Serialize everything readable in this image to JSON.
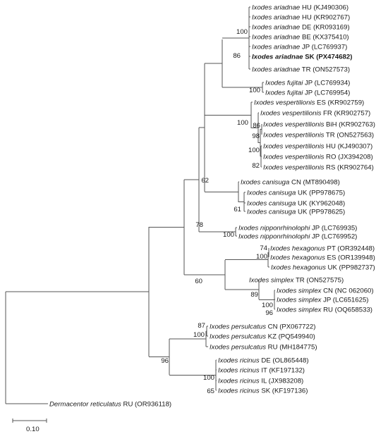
{
  "tree": {
    "taxa": [
      {
        "id": "t1",
        "species": "Ixodes ariadnae",
        "rest": "HU (KJ490306)"
      },
      {
        "id": "t2",
        "species": "Ixodes ariadnae",
        "rest": "HU (KR902767)"
      },
      {
        "id": "t3",
        "species": "Ixodes ariadnae",
        "rest": "DE (KR093169)"
      },
      {
        "id": "t4",
        "species": "Ixodes ariadnae",
        "rest": "BE (KX375410)"
      },
      {
        "id": "t5",
        "species": "Ixodes ariadnae",
        "rest": "JP (LC769937)"
      },
      {
        "id": "t6",
        "species": "Ixodes ariadnae",
        "rest": "SK (PX474682)",
        "bold": true
      },
      {
        "id": "t7",
        "species": "Ixodes ariadnae",
        "rest": "TR (ON527573)"
      },
      {
        "id": "t8",
        "species": "Ixodes fujitai",
        "rest": "JP (LC769934)"
      },
      {
        "id": "t9",
        "species": "Ixodes fujitai",
        "rest": "JP (LC769954)"
      },
      {
        "id": "t10",
        "species": "Ixodes vespertilionis",
        "rest": "ES (KR902759)"
      },
      {
        "id": "t11",
        "species": "Ixodes vespertilionis",
        "rest": "FR (KR902757)"
      },
      {
        "id": "t12",
        "species": "Ixodes vespertilionis",
        "rest": "BiH (KR902763)"
      },
      {
        "id": "t13",
        "species": "Ixodes vespertilionis",
        "rest": "TR (ON527563)"
      },
      {
        "id": "t14",
        "species": "Ixodes vespertilionis",
        "rest": "HU (KJ490307)"
      },
      {
        "id": "t15",
        "species": "Ixodes vespertilionis",
        "rest": "RO (JX394208)"
      },
      {
        "id": "t16",
        "species": "Ixodes vespertilionis",
        "rest": "RS (KR902764)"
      },
      {
        "id": "t17",
        "species": "Ixodes canisuga",
        "rest": "CN (MT890498)"
      },
      {
        "id": "t18",
        "species": "Ixodes canisuga",
        "rest": "UK (PP978675)"
      },
      {
        "id": "t19",
        "species": "Ixodes canisuga",
        "rest": "UK (KY962048)"
      },
      {
        "id": "t20",
        "species": "Ixodes canisuga",
        "rest": "UK (PP978625)"
      },
      {
        "id": "t21",
        "species": "Ixodes nipponrhinolophi",
        "rest": "JP (LC769935)"
      },
      {
        "id": "t22",
        "species": "Ixodes nipponrhinolophi",
        "rest": "JP (LC769952)"
      },
      {
        "id": "t23",
        "species": "Ixodes hexagonus",
        "rest": "PT (OR392448)"
      },
      {
        "id": "t24",
        "species": "Ixodes hexagonus",
        "rest": "ES (OR139948)"
      },
      {
        "id": "t25",
        "species": "Ixodes hexagonus",
        "rest": "UK (PP982737)"
      },
      {
        "id": "t26",
        "species": "Ixodes simplex",
        "rest": "TR (ON527575)"
      },
      {
        "id": "t27",
        "species": "Ixodes simplex",
        "rest": "CN (NC 062060)"
      },
      {
        "id": "t28",
        "species": "Ixodes simplex",
        "rest": "JP (LC651625)"
      },
      {
        "id": "t29",
        "species": "Ixodes simplex",
        "rest": "RU (OQ658533)"
      },
      {
        "id": "t30",
        "species": "Ixodes persulcatus",
        "rest": "CN (PX067722)"
      },
      {
        "id": "t31",
        "species": "Ixodes persulcatus",
        "rest": "KZ (PQ549940)"
      },
      {
        "id": "t32",
        "species": "Ixodes persulcatus",
        "rest": "RU (MH184775)"
      },
      {
        "id": "t33",
        "species": "Ixodes ricinus",
        "rest": "DE (OL865448)"
      },
      {
        "id": "t34",
        "species": "Ixodes ricinus",
        "rest": "IT (KF197132)"
      },
      {
        "id": "t35",
        "species": "Ixodes ricinus",
        "rest": "IL (JX983208)"
      },
      {
        "id": "t36",
        "species": "Ixodes ricinus",
        "rest": "SK (KF197136)"
      },
      {
        "id": "t37",
        "species": "Dermacentor reticulatus",
        "rest": "RU (OR936118)"
      }
    ],
    "bootstrap": [
      {
        "id": "b100a",
        "value": "100"
      },
      {
        "id": "b86a",
        "value": "86"
      },
      {
        "id": "b100b",
        "value": "100"
      },
      {
        "id": "b86b",
        "value": "86"
      },
      {
        "id": "b100c",
        "value": "100"
      },
      {
        "id": "b98",
        "value": "98"
      },
      {
        "id": "b100d",
        "value": "100"
      },
      {
        "id": "b82",
        "value": "82"
      },
      {
        "id": "b62",
        "value": "62"
      },
      {
        "id": "b61",
        "value": "61"
      },
      {
        "id": "b78",
        "value": "78"
      },
      {
        "id": "b100e",
        "value": "100"
      },
      {
        "id": "b74",
        "value": "74"
      },
      {
        "id": "b100f",
        "value": "100"
      },
      {
        "id": "b60",
        "value": "60"
      },
      {
        "id": "b89",
        "value": "89"
      },
      {
        "id": "b100g",
        "value": "100"
      },
      {
        "id": "b96a",
        "value": "96"
      },
      {
        "id": "b87",
        "value": "87"
      },
      {
        "id": "b100h",
        "value": "100"
      },
      {
        "id": "b96b",
        "value": "96"
      },
      {
        "id": "b100i",
        "value": "100"
      },
      {
        "id": "b65",
        "value": "65"
      }
    ],
    "scale_bar": {
      "label": "0.10"
    }
  }
}
